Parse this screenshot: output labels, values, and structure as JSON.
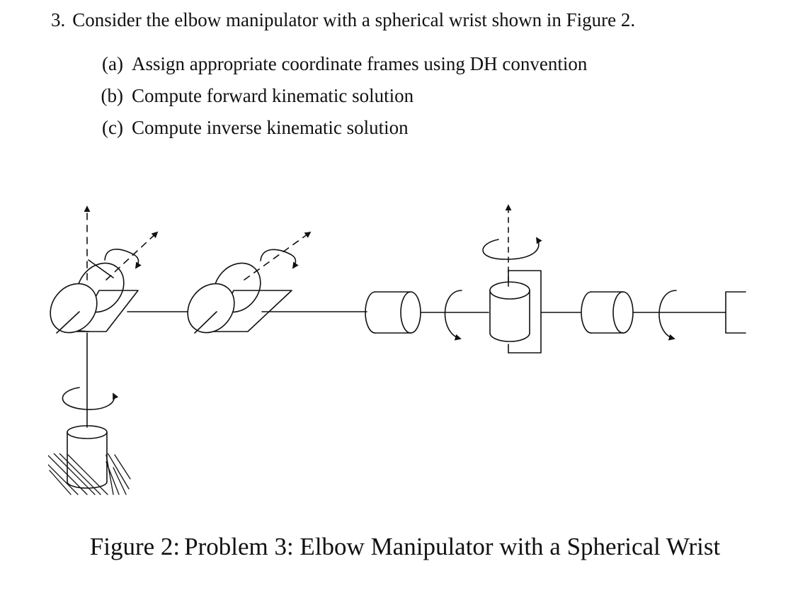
{
  "problem": {
    "number": "3.",
    "statement": "Consider the elbow manipulator with a spherical wrist shown in Figure 2."
  },
  "subparts": [
    {
      "tag": "(a)",
      "text": "Assign appropriate coordinate frames using DH convention"
    },
    {
      "tag": "(b)",
      "text": "Compute forward kinematic solution"
    },
    {
      "tag": "(c)",
      "text": "Compute inverse kinematic solution"
    }
  ],
  "figure": {
    "label": "Figure 2:",
    "caption": "Problem 3: Elbow Manipulator with a Spherical Wrist"
  }
}
